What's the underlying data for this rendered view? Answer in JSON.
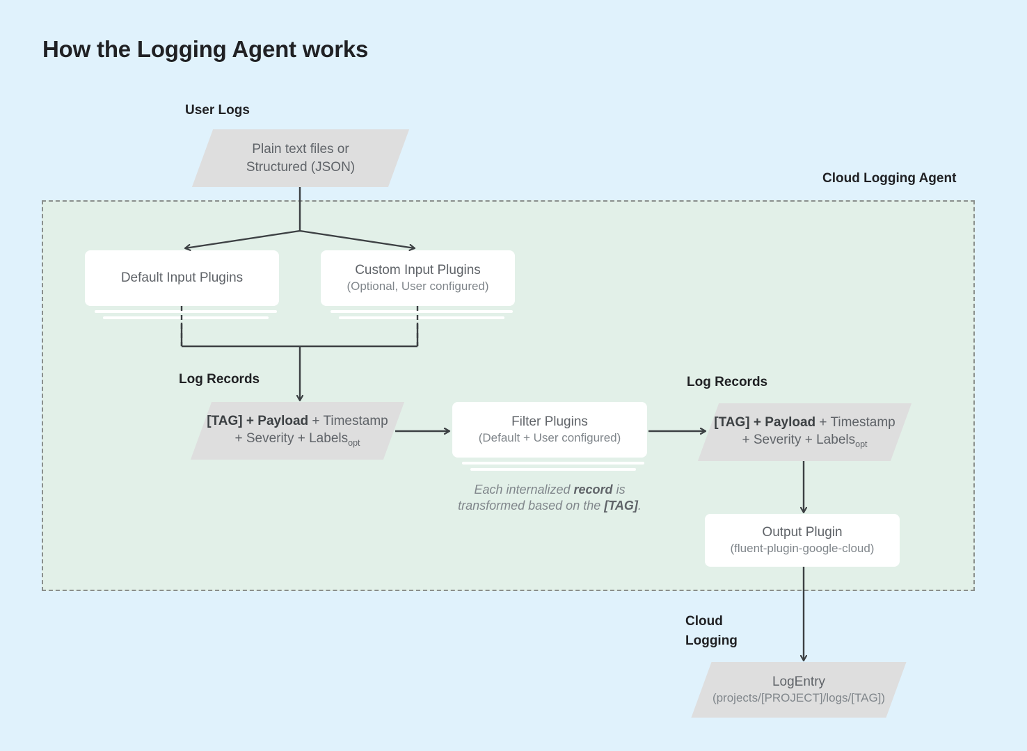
{
  "page": {
    "title": "How the Logging Agent works",
    "background_color": "#e0f2fc",
    "agent_container_color": "#e2f0e8",
    "node_color": "#ffffff",
    "parallelogram_color": "#dedede",
    "text_color": "#5f6368",
    "heading_color": "#202124",
    "connector_color": "#3c4043"
  },
  "captions": {
    "user_logs": "User Logs",
    "cloud_logging_agent": "Cloud Logging Agent",
    "log_records_left": "Log Records",
    "log_records_right": "Log Records",
    "cloud_logging": "Cloud\nLogging"
  },
  "nodes": {
    "user_logs_source": {
      "shape": "parallelogram",
      "line1": "Plain text files or",
      "line2": "Structured (JSON)"
    },
    "default_input_plugins": {
      "shape": "box-stacked",
      "title": "Default Input Plugins",
      "subtitle": ""
    },
    "custom_input_plugins": {
      "shape": "box-stacked",
      "title": "Custom Input Plugins",
      "subtitle": "(Optional, User configured)"
    },
    "log_record_left": {
      "shape": "parallelogram",
      "seg_tag": "[TAG]",
      "seg_plus1": " + ",
      "seg_payload": "Payload",
      "seg_rest1": " + Timestamp",
      "seg_rest2": "+ Severity + Labels",
      "seg_sub": "opt"
    },
    "filter_plugins": {
      "shape": "box-stacked",
      "title": "Filter Plugins",
      "subtitle": "(Default + User configured)"
    },
    "log_record_right": {
      "shape": "parallelogram",
      "seg_tag": "[TAG]",
      "seg_plus1": " + ",
      "seg_payload": "Payload",
      "seg_rest1": " + Timestamp",
      "seg_rest2": "+ Severity + Labels",
      "seg_sub": "opt"
    },
    "output_plugin": {
      "shape": "box",
      "title": "Output Plugin",
      "subtitle": "(fluent-plugin-google-cloud)"
    },
    "log_entry": {
      "shape": "parallelogram",
      "title": "LogEntry",
      "subtitle": "(projects/[PROJECT]/logs/[TAG])"
    }
  },
  "annotations": {
    "filter_note": {
      "part1": "Each internalized ",
      "part2": "record",
      "part3": " is",
      "part4": "transformed based on the ",
      "part5": "[TAG]",
      "part6": "."
    }
  }
}
